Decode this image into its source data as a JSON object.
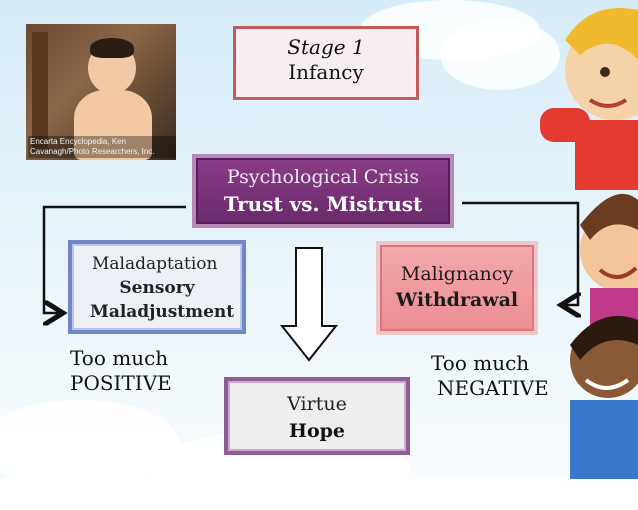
{
  "photo": {
    "caption_line1": "Encarta Encyclopedia, Ken",
    "caption_line2": "Cavanagh/Photo Researchers, Inc."
  },
  "stage": {
    "title": "Stage 1",
    "name": "Infancy"
  },
  "crisis": {
    "label": "Psychological Crisis",
    "value": "Trust vs. Mistrust"
  },
  "maladaptation": {
    "label": "Maladaptation",
    "line1": "Sensory",
    "line2": "Maladjustment"
  },
  "malignancy": {
    "label": "Malignancy",
    "value": "Withdrawal"
  },
  "virtue": {
    "label": "Virtue",
    "value": "Hope"
  },
  "notes": {
    "left_line1": "Too much",
    "left_line2": "POSITIVE",
    "right_line1": "Too much",
    "right_line2": "NEGATIVE"
  },
  "colors": {
    "stage_border": "#c45a5a",
    "crisis_fill": "#7a3479",
    "maladaptation_border": "#6f87c9",
    "malignancy_fill": "#ef9a9f",
    "virtue_border": "#8d5d93"
  }
}
